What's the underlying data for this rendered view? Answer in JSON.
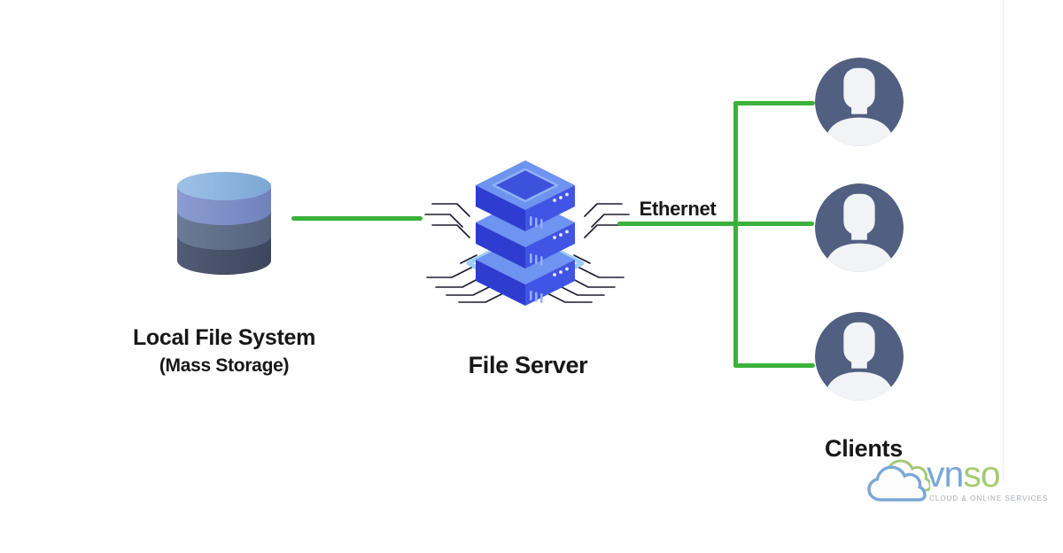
{
  "diagram": {
    "storage": {
      "label": "Local File System",
      "sublabel": "(Mass Storage)"
    },
    "server": {
      "label": "File Server"
    },
    "network": {
      "label": "Ethernet"
    },
    "clients": {
      "label": "Clients",
      "count": 3
    }
  },
  "logo": {
    "name_blue": "vn",
    "name_green": "so",
    "tagline": "CLOUD & ONLINE SERVICES"
  },
  "colors": {
    "connection_green": "#3cb13a",
    "avatar_blue": "#515f80",
    "avatar_silhouette": "#f1f3f6",
    "server_blue_right": "#4055e5",
    "server_blue_left": "#2e3dd0",
    "server_top_light": "#6e93f0",
    "storage_top": "#8db4dc",
    "storage_band1": "#7e91c8",
    "storage_band2": "#5f6d89",
    "storage_band3": "#46506a",
    "logo_blue": "#7aa7d8",
    "logo_green": "#a5ca74"
  }
}
